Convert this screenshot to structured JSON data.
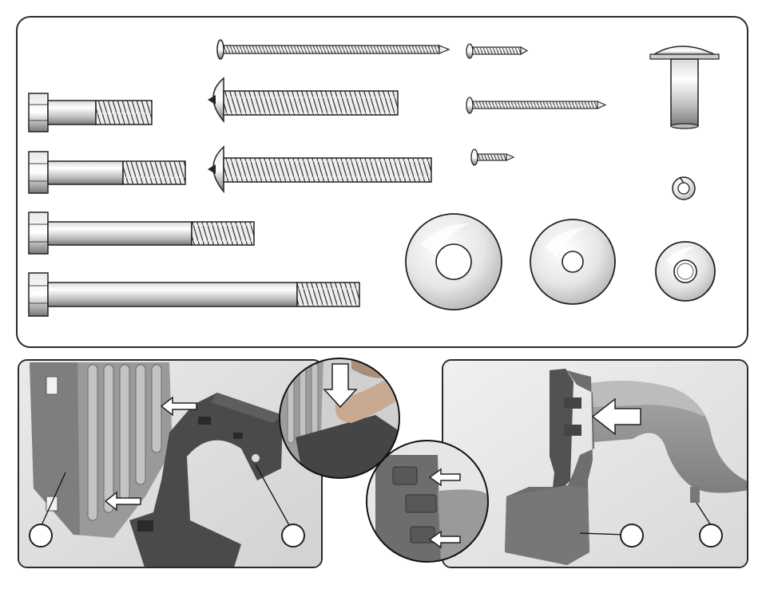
{
  "figure": {
    "panels": [
      {
        "id": "hardware",
        "content": "hardware-parts-inventory"
      },
      {
        "id": "left-photo",
        "content": "panel-to-base-attachment"
      },
      {
        "id": "right-photo",
        "content": "slide-to-step-attachment"
      }
    ],
    "callouts": [
      "",
      "",
      "",
      ""
    ],
    "arrow_directions": [
      "left",
      "left",
      "down",
      "left",
      "left",
      "left"
    ]
  },
  "colors": {
    "outline": "#2a2a2a",
    "metal_light": "#efefef",
    "metal_dark": "#8a8a8a",
    "plastic_gray": "#8c8c8c",
    "plastic_dark": "#4a4a4a"
  }
}
